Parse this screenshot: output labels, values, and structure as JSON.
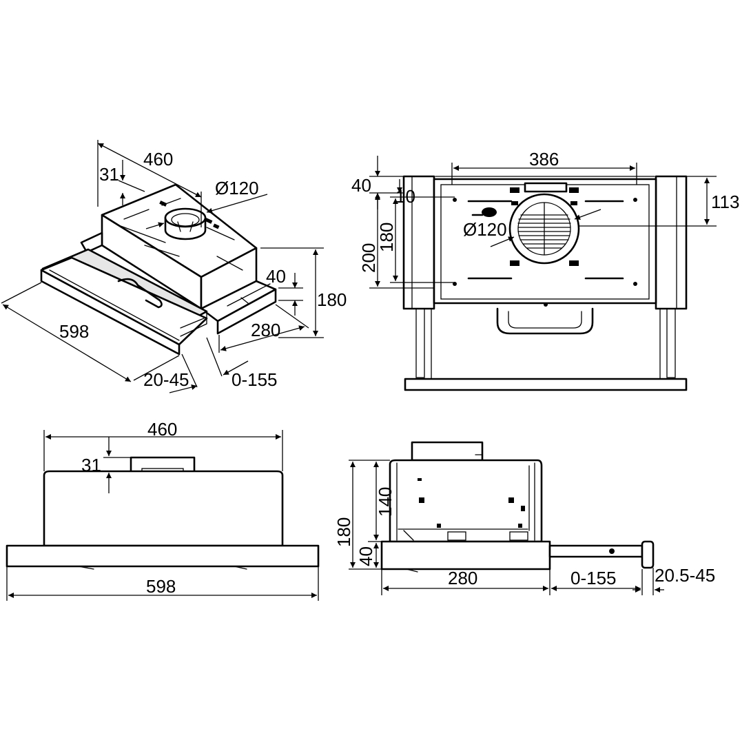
{
  "colors": {
    "line": "#000000",
    "background": "#ffffff"
  },
  "iso_view": {
    "width_460": "460",
    "inset_31": "31",
    "duct_dia": "Ø120",
    "height_40": "40",
    "height_180": "180",
    "depth_280": "280",
    "width_598": "598",
    "front_20_45": "20-45",
    "slide_0_155": "0-155"
  },
  "top_view": {
    "width_386": "386",
    "offset_40": "40",
    "offset_10": "10",
    "depth_180": "180",
    "depth_200": "200",
    "duct_dia": "Ø120",
    "offset_113": "113"
  },
  "front_view": {
    "width_460": "460",
    "height_31": "31",
    "width_598": "598"
  },
  "side_view": {
    "height_180": "180",
    "height_140": "140",
    "height_40": "40",
    "depth_280": "280",
    "slide_0_155": "0-155",
    "front_20_5_45": "20.5-45"
  }
}
